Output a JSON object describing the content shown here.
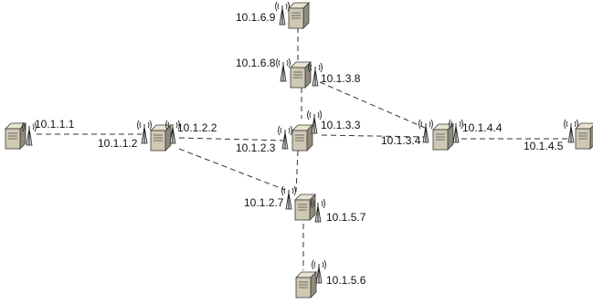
{
  "nodes": [
    {
      "id": "n1116",
      "label": "10.1.1.1"
    },
    {
      "id": "n1112",
      "label": "10.1.1.2"
    },
    {
      "id": "n1122",
      "label": "10.1.2.2"
    },
    {
      "id": "n1123",
      "label": "10.1.2.3"
    },
    {
      "id": "n1133",
      "label": "10.1.3.3"
    },
    {
      "id": "n1134",
      "label": "10.1.3.4"
    },
    {
      "id": "n1138",
      "label": "10.1.3.8"
    },
    {
      "id": "n1144",
      "label": "10.1.4.4"
    },
    {
      "id": "n1145",
      "label": "10.1.4.5"
    },
    {
      "id": "n1168",
      "label": "10.1.6.8"
    },
    {
      "id": "n1169",
      "label": "10.1.6.9"
    },
    {
      "id": "n1127",
      "label": "10.1.2.7"
    },
    {
      "id": "n1157",
      "label": "10.1.5.7"
    },
    {
      "id": "n1156",
      "label": "10.1.5.6"
    }
  ],
  "icons": {
    "device": "server-with-antenna-icon"
  }
}
